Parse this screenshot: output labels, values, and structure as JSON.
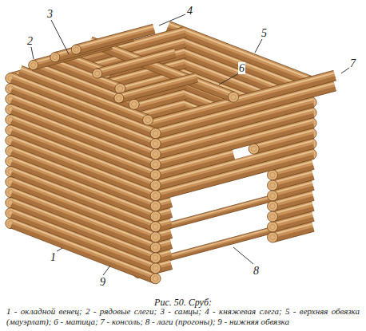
{
  "diagram": {
    "caption": "Рис. 50. Сруб:",
    "labels": [
      "1",
      "2",
      "3",
      "4",
      "5",
      "6",
      "7",
      "8",
      "9",
      "1 - окладной венец; 2 - рядовые слеги; 3 - самцы; 4 - княжевая слега; 5 - верхняя обвязка (мауэрлат); 6 - матица; 7 - консоль; 8 - лаги (прогоны); 9 - нижняя обвязка"
    ]
  }
}
